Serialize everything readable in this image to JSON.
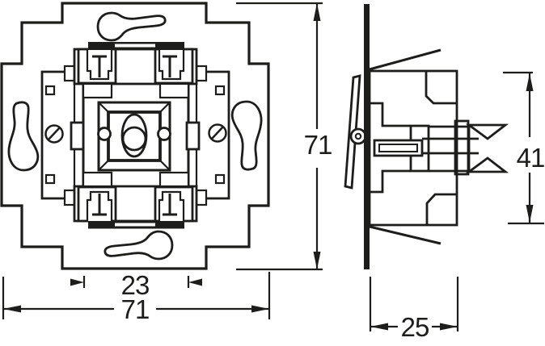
{
  "page": {
    "background_color": "#ffffff",
    "line_color": "#1d1d1b",
    "description_labels_only": true
  },
  "drawing_labels": {
    "front_height_mm": "71",
    "latch_width_mm": "23",
    "front_width_mm": "71",
    "body_height_mm": "41",
    "mount_depth_mm": "25"
  }
}
